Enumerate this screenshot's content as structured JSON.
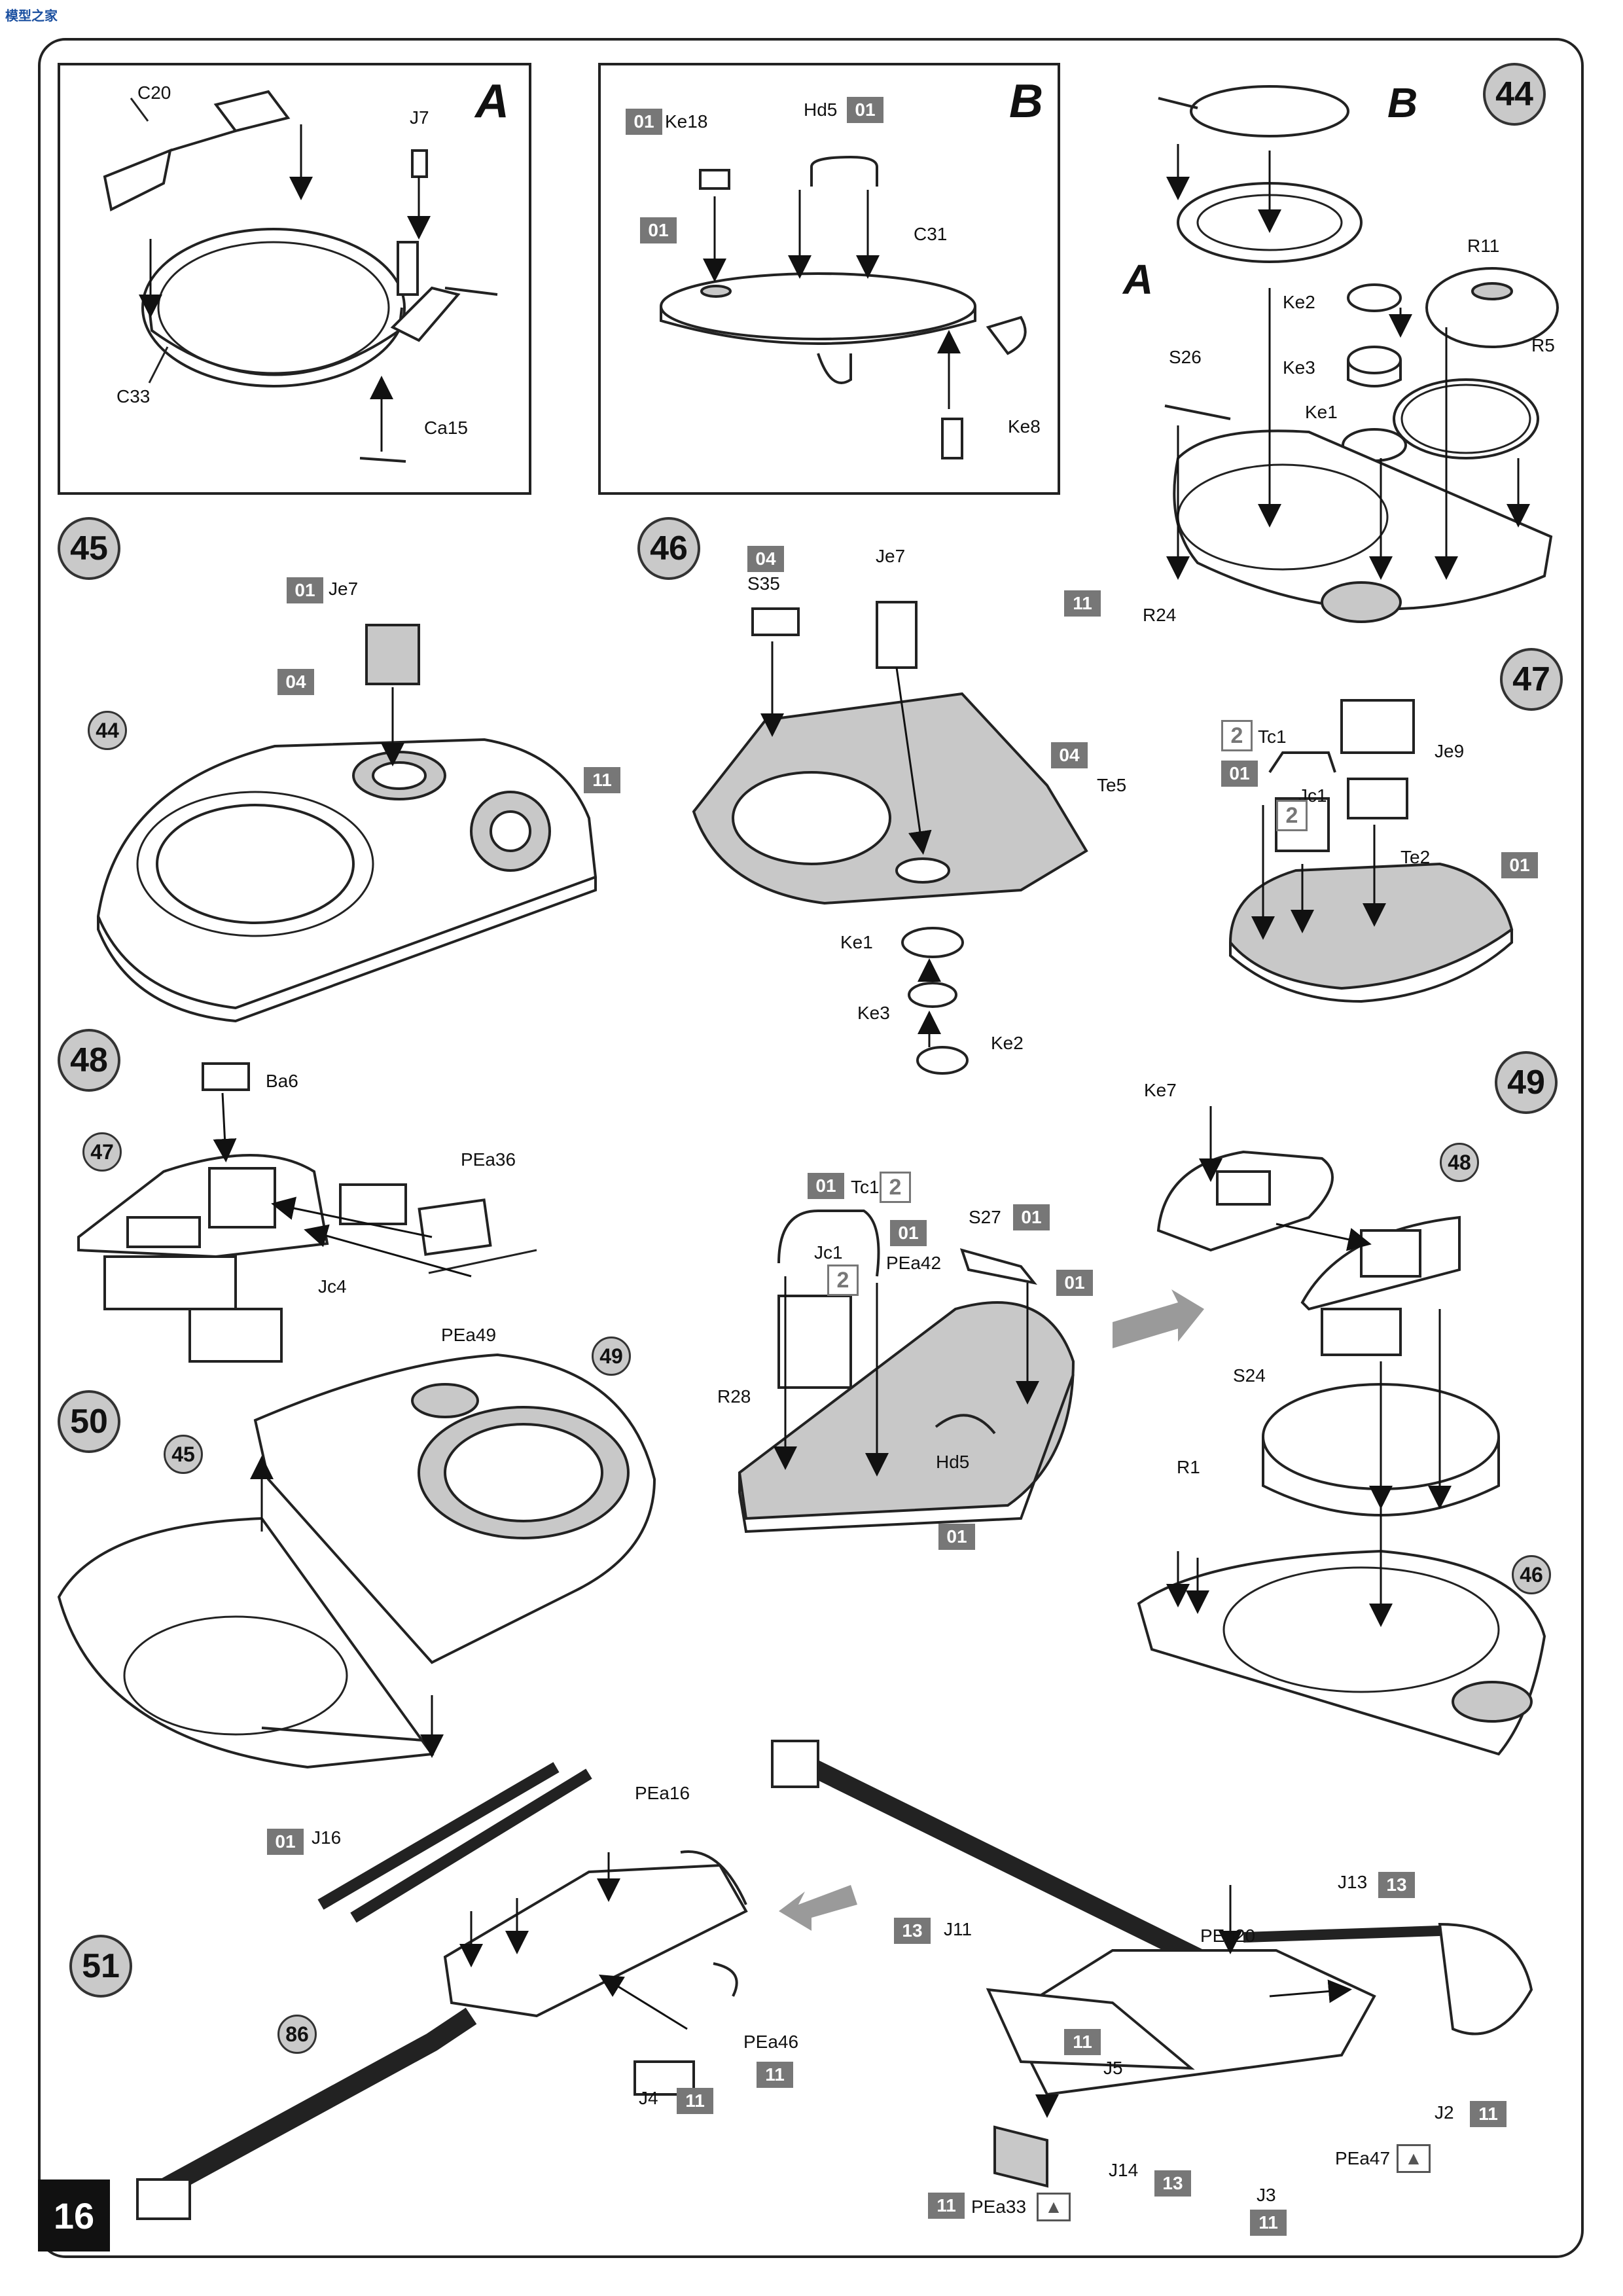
{
  "header": {
    "site_logo": "模型之家"
  },
  "page": {
    "number": "16"
  },
  "insets": [
    {
      "letter": "A",
      "parts": [
        "C20",
        "J7",
        "C33",
        "Ca15"
      ]
    },
    {
      "letter": "B",
      "parts": [
        "Ke18",
        "Hd5",
        "C31",
        "Ke8"
      ],
      "sprues": [
        "01",
        "01",
        "01"
      ]
    }
  ],
  "steps": [
    {
      "number": "44",
      "inset_refs": [
        "A",
        "B"
      ],
      "parts": [
        "R11",
        "Ke2",
        "R5",
        "S26",
        "Ke3",
        "Ke1",
        "R24"
      ],
      "sprues": [
        "11"
      ]
    },
    {
      "number": "45",
      "ref": "44",
      "parts": [
        "Je7"
      ],
      "sprues": [
        "01",
        "04",
        "11"
      ]
    },
    {
      "number": "46",
      "parts": [
        "S35",
        "Je7",
        "Te5",
        "Ke1",
        "Ke3",
        "Ke2"
      ],
      "sprues": [
        "04",
        "04"
      ]
    },
    {
      "number": "47",
      "parts": [
        "Tc1",
        "Je9",
        "Jc1",
        "Te2"
      ],
      "sprues": [
        "2",
        "01",
        "2",
        "01"
      ]
    },
    {
      "number": "48",
      "ref": "47",
      "parts": [
        "Ba6",
        "PEa36",
        "Jc4",
        "PEa49"
      ]
    },
    {
      "number": "49",
      "refs": [
        "48",
        "46"
      ],
      "parts": [
        "Ke7",
        "Tc1",
        "S27",
        "Jc1",
        "PEa42",
        "R28",
        "Hd5",
        "S24",
        "R1"
      ],
      "sprues": [
        "01",
        "2",
        "01",
        "01",
        "2",
        "01",
        "01"
      ]
    },
    {
      "number": "50",
      "refs": [
        "45",
        "49"
      ]
    },
    {
      "number": "51",
      "ref": "86",
      "parts": [
        "PEa16",
        "J16",
        "PEa46",
        "J4",
        "J13",
        "J11",
        "PEa20",
        "J5",
        "J2",
        "PEa47",
        "J14",
        "J3",
        "PEa33"
      ],
      "sprues": [
        "01",
        "11",
        "11",
        "13",
        "13",
        "11",
        "11",
        "13",
        "11",
        "11"
      ]
    }
  ]
}
